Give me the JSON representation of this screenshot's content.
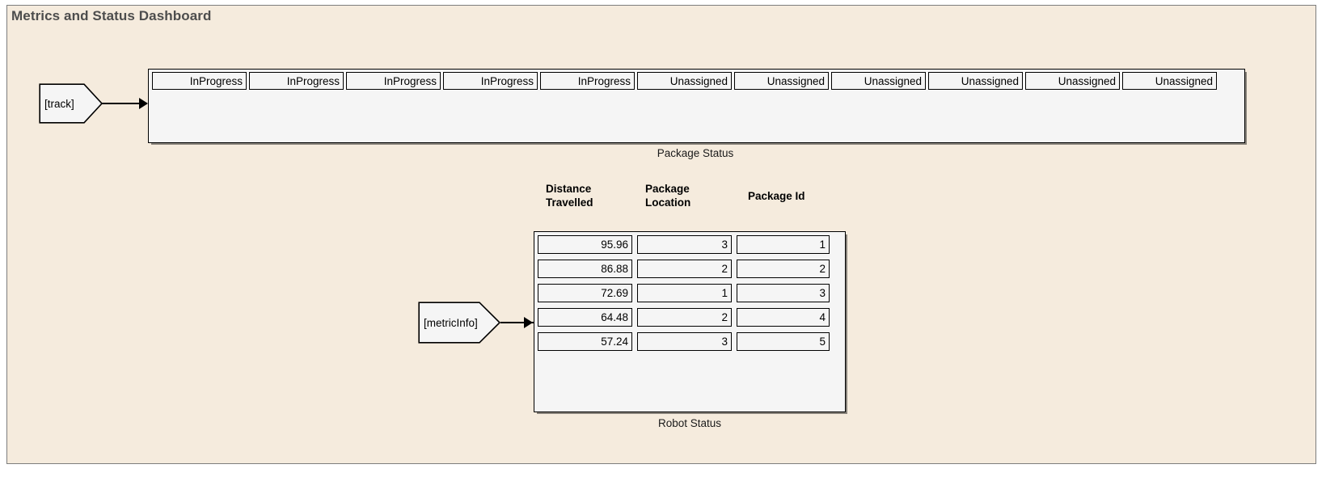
{
  "frame": {
    "title": "Metrics and Status Dashboard"
  },
  "package_status": {
    "caption": "Package Status",
    "input_tag": "[track]",
    "cells": [
      "InProgress",
      "InProgress",
      "InProgress",
      "InProgress",
      "InProgress",
      "Unassigned",
      "Unassigned",
      "Unassigned",
      "Unassigned",
      "Unassigned",
      "Unassigned"
    ]
  },
  "robot_status": {
    "caption": "Robot Status",
    "input_tag": "[metricInfo]",
    "columns": [
      "Distance\nTravelled",
      "Package\nLocation",
      "Package Id"
    ],
    "rows": [
      {
        "distance_travelled": "95.96",
        "package_location": "3",
        "package_id": "1"
      },
      {
        "distance_travelled": "86.88",
        "package_location": "2",
        "package_id": "2"
      },
      {
        "distance_travelled": "72.69",
        "package_location": "1",
        "package_id": "3"
      },
      {
        "distance_travelled": "64.48",
        "package_location": "2",
        "package_id": "4"
      },
      {
        "distance_travelled": "57.24",
        "package_location": "3",
        "package_id": "5"
      }
    ]
  },
  "colors": {
    "canvas_background": "#f5ebdd",
    "panel_background": "#f5f5f5",
    "border": "#000000",
    "title_text": "#4d4d4d"
  }
}
